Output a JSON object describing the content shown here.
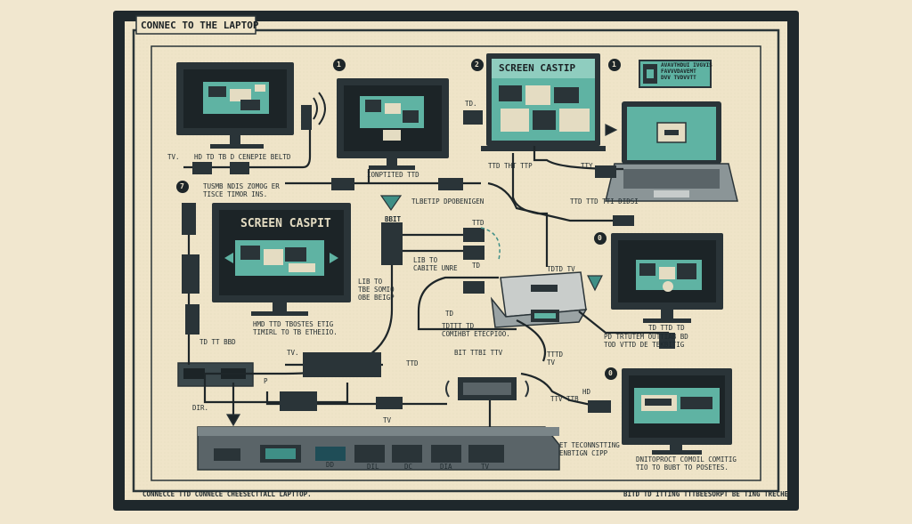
{
  "colors": {
    "background": "#f1e7cf",
    "frame": "#1f282c",
    "paper": "#efe5ca",
    "screen": "#5fb3a3",
    "device_dark": "#27353a",
    "cable": "#1e2629",
    "accent_teal": "#3f8f86"
  },
  "header": {
    "title": "CONNEC TO THE LAPTOP"
  },
  "footer": {
    "left": "CONNECCE TTD CONNECE CHEESECTTALL LAPTTOP.",
    "right": "BITD TD ITTING TTTBEESORPT BE TING TRECHE"
  },
  "steps": {
    "s1": "1",
    "s2": "2",
    "s3": "1",
    "s4": "7",
    "s5": "0",
    "s6": "0"
  },
  "screens": {
    "center_title": "SCREEN CASTIP",
    "left_title": "SCREEN CASPIT",
    "logo_text": "AVAVTHDUI IVGVIS\nFAVVVDAVEMT\nDVV TVDVVTT"
  },
  "labels": {
    "tv_left": "TV.",
    "cable_left": "HD TD TB D CENEPIE BELTD",
    "usb_top": "TD.",
    "monitor_caption": "IONPTITED TTD",
    "instr_left": "TUSMB NDIS ZOMOG ER\nTISCE TIMOR INS.",
    "top_cable": "TLBETIP DPOBENIGEN",
    "mid_tag1": "BBIT",
    "mid_tag2": "TTD",
    "top_right_a": "TTD THT TTP",
    "top_right_b": "TTY",
    "hdmi_row": "TTD TTD TTI DIDSI",
    "right_mid": "TD",
    "lib": "LIB TO\nTBE SOMIO\nOBE BEIGP",
    "c1": "LIB TO\nCABITE UNRE",
    "c2": "TD",
    "hub_cap": "TDTTT TD\nCOMIHBT ETECPIOO.",
    "tdtv": "TDTD TV",
    "bottom_left_cap": "HMD TTD TBOSTES ETIG\nTIMIRL TO TB ETHEIIO.",
    "tv_mid": "TV.",
    "tenbb": "TD TT BBD",
    "bb": "BIT TTBI TTV",
    "dr": "DIR.",
    "p": "P",
    "tv_lower": "TV",
    "rtv": "TTV TTB",
    "right_tv_cap": "TD TTD TD",
    "right_tv_cap2": "PD TRTUTEM OUTTIAB BD\nTOD VTTD DE TEKBITIG",
    "hub_tv": "TTTD\nTV",
    "bottom_right": "ET TECONNSTTING\nENBTIGN CIPP",
    "bottom_right2": "DNITOPROCT COMOIL COMITIG\nTIO TO BUBT TO POSETES.",
    "port1": "DD",
    "port2": "DIL",
    "port3": "DC",
    "port4": "DIA",
    "port5": "TV",
    "ttd_low": "TTD",
    "hd": "HD",
    "vga_cap": "DD"
  }
}
